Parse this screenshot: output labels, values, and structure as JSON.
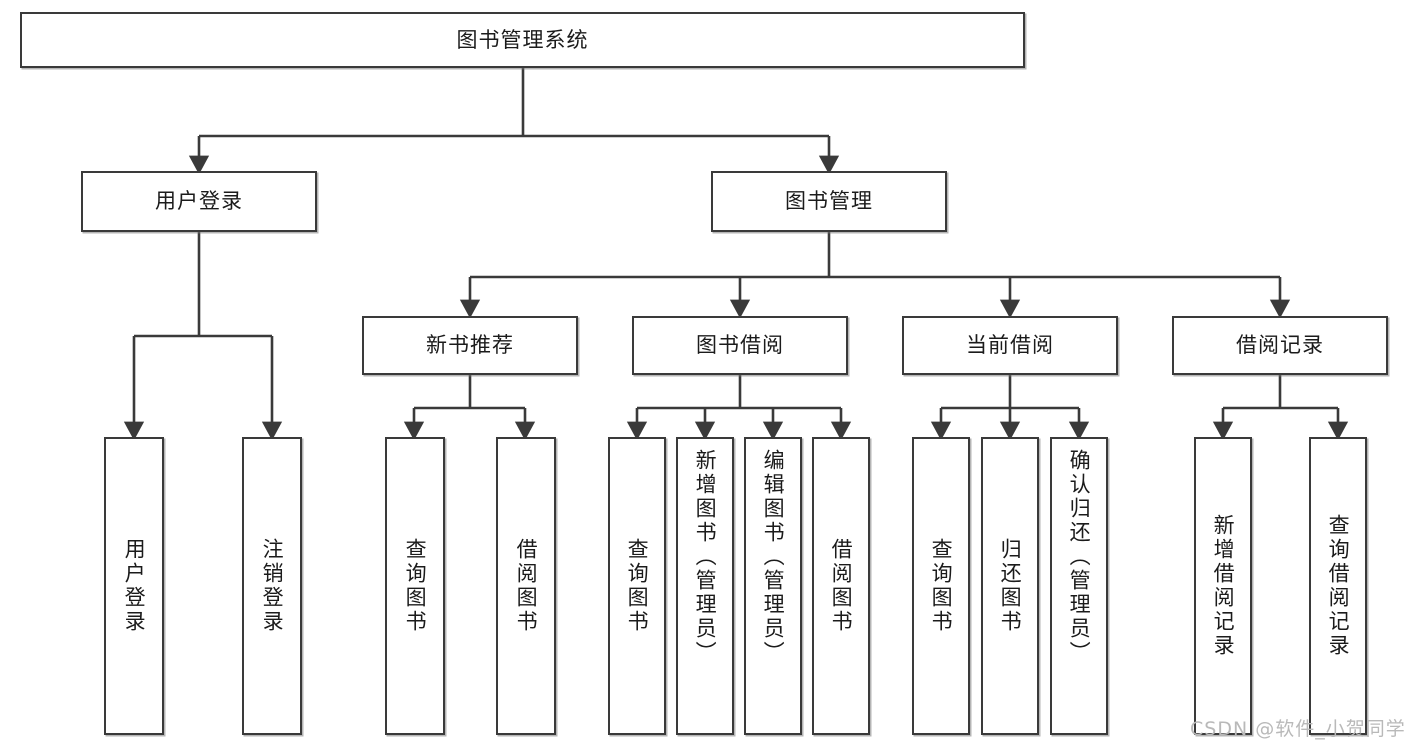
{
  "diagram": {
    "type": "tree-hierarchy-chart",
    "title": "图书管理系统",
    "orientation": "top-down",
    "colors": {
      "box_border": "#3a3a3a",
      "box_fill": "#ffffff",
      "edge": "#3a3a3a",
      "text": "#1b1b1b",
      "watermark": "#b9b9b9"
    },
    "root": {
      "label": "图书管理系统"
    },
    "level2": [
      {
        "id": "user-login",
        "label": "用户登录"
      },
      {
        "id": "book-manage",
        "label": "图书管理"
      }
    ],
    "level3": [
      {
        "id": "new-book-recommend",
        "label": "新书推荐"
      },
      {
        "id": "book-borrow",
        "label": "图书借阅"
      },
      {
        "id": "current-borrow",
        "label": "当前借阅"
      },
      {
        "id": "borrow-record",
        "label": "借阅记录"
      }
    ],
    "leaves": {
      "user_login": [
        {
          "id": "leaf-user-login",
          "label": "用户登录"
        },
        {
          "id": "leaf-logout",
          "label": "注销登录"
        }
      ],
      "new_book_recommend": [
        {
          "id": "leaf-query-book-1",
          "label": "查询图书"
        },
        {
          "id": "leaf-borrow-book-1",
          "label": "借阅图书"
        }
      ],
      "book_borrow": [
        {
          "id": "leaf-query-book-2",
          "label": "查询图书"
        },
        {
          "id": "leaf-add-book",
          "label": "新增图书（管理员）"
        },
        {
          "id": "leaf-edit-book",
          "label": "编辑图书（管理员）"
        },
        {
          "id": "leaf-borrow-book-2",
          "label": "借阅图书"
        }
      ],
      "current_borrow": [
        {
          "id": "leaf-query-book-3",
          "label": "查询图书"
        },
        {
          "id": "leaf-return-book",
          "label": "归还图书"
        },
        {
          "id": "leaf-confirm-return",
          "label": "确认归还（管理员）"
        }
      ],
      "borrow_record": [
        {
          "id": "leaf-add-record",
          "label": "新增借阅记录"
        },
        {
          "id": "leaf-query-record",
          "label": "查询借阅记录"
        }
      ]
    }
  },
  "watermark": {
    "text": "CSDN @软件_小贺同学"
  }
}
